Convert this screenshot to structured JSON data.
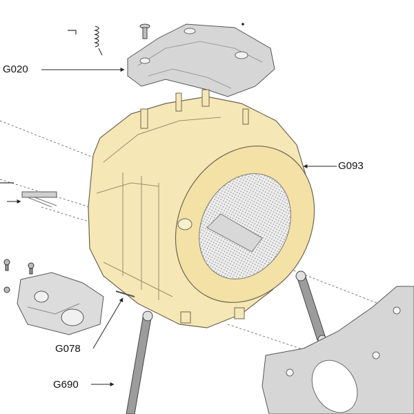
{
  "labels": {
    "g020": "G020",
    "g093": "G093",
    "g078": "G078",
    "g690": "G690"
  },
  "colors": {
    "tub": "#f6e7b6",
    "tub_stroke": "#6b6450",
    "part": "#d4d4d4",
    "part_stroke": "#555555",
    "filter": "#e3e3e3",
    "line": "#222222"
  }
}
